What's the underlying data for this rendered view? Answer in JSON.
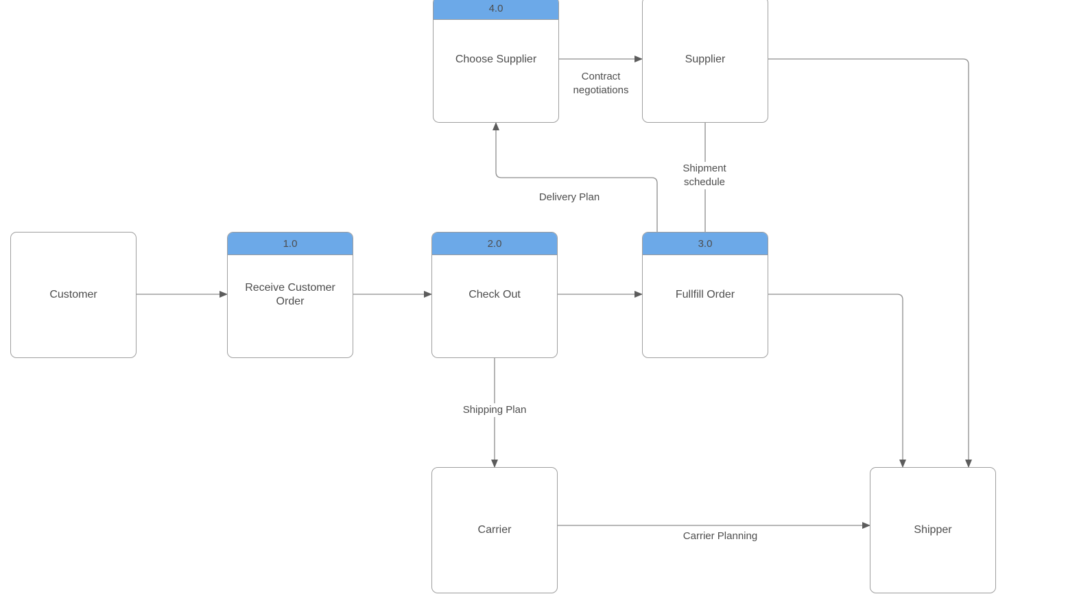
{
  "diagram": {
    "type": "data-flow-diagram",
    "colors": {
      "process_header_fill": "#6CA9E8",
      "shape_border": "#9E9E9E",
      "connector_line": "#8C8C8C",
      "arrowhead": "#5C5C5C",
      "text": "#4D4D4D",
      "background": "#FFFFFF"
    },
    "nodes": {
      "customer": {
        "type": "external-entity",
        "label": "Customer"
      },
      "receive_order": {
        "type": "process",
        "number": "1.0",
        "label": "Receive Customer Order"
      },
      "check_out": {
        "type": "process",
        "number": "2.0",
        "label": "Check Out"
      },
      "fulfill_order": {
        "type": "process",
        "number": "3.0",
        "label": "Fullfill Order"
      },
      "choose_supplier": {
        "type": "process",
        "number": "4.0",
        "label": "Choose Supplier"
      },
      "supplier": {
        "type": "external-entity",
        "label": "Supplier"
      },
      "carrier": {
        "type": "external-entity",
        "label": "Carrier"
      },
      "shipper": {
        "type": "external-entity",
        "label": "Shipper"
      }
    },
    "flows": [
      {
        "from": "Customer",
        "to": "Receive Customer Order",
        "label": ""
      },
      {
        "from": "Receive Customer Order",
        "to": "Check Out",
        "label": ""
      },
      {
        "from": "Check Out",
        "to": "Fullfill Order",
        "label": ""
      },
      {
        "from": "Choose Supplier",
        "to": "Supplier",
        "label": "Contract negotiations"
      },
      {
        "from": "Supplier",
        "to": "Fullfill Order",
        "label": "Shipment schedule"
      },
      {
        "from": "Fullfill Order",
        "to": "Choose Supplier",
        "label": "Delivery Plan"
      },
      {
        "from": "Check Out",
        "to": "Carrier",
        "label": "Shipping Plan"
      },
      {
        "from": "Carrier",
        "to": "Shipper",
        "label": "Carrier Planning"
      },
      {
        "from": "Fullfill Order",
        "to": "Shipper",
        "label": ""
      },
      {
        "from": "Supplier",
        "to": "Shipper",
        "label": ""
      }
    ]
  }
}
